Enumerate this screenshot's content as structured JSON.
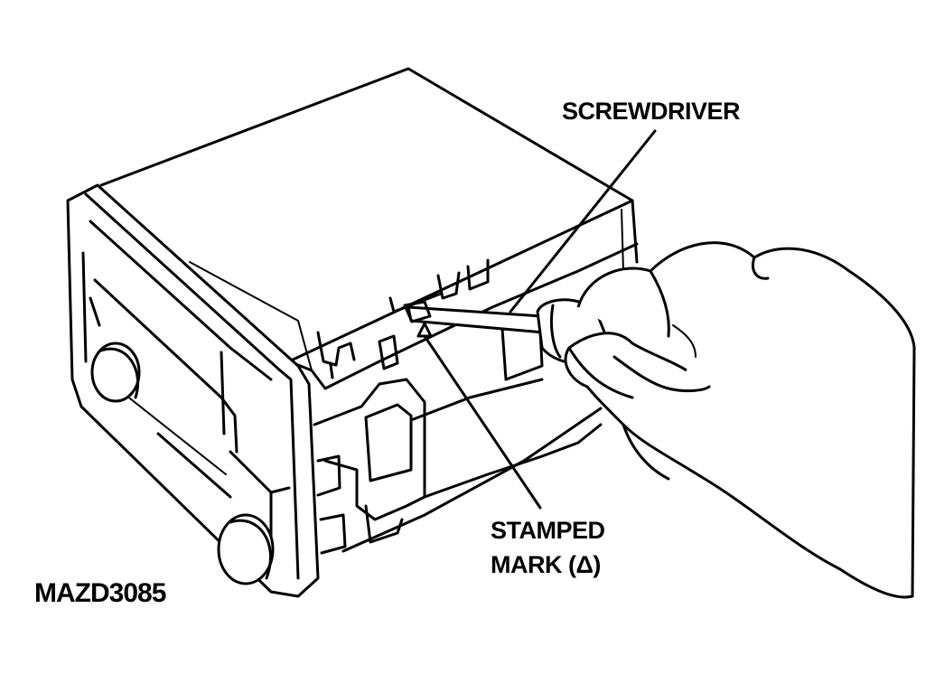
{
  "labels": {
    "screwdriver": "SCREWDRIVER",
    "stamped_mark_line1": "STAMPED",
    "stamped_mark_line2": "MARK (Δ)",
    "figure_code": "MAZD3085"
  }
}
